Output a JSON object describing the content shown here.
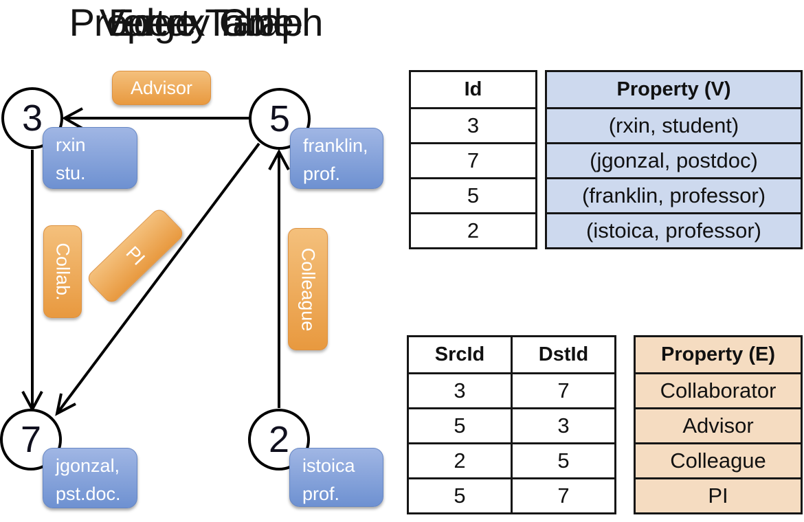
{
  "figure": {
    "graph_title": "Property Graph",
    "vertex_table_title": "Vertex Table",
    "edge_table_title": "Edge Table"
  },
  "colors": {
    "edge_label_orange_top": "#f4c07c",
    "edge_label_orange_bottom": "#e8993f",
    "vertex_box_blue_top": "#a0b6e4",
    "vertex_box_blue_bottom": "#6e91d1",
    "vertex_table_fill": "#cdd9ee",
    "edge_table_fill": "#f5dcc1",
    "edge_line": "#000000"
  },
  "graph": {
    "nodes": [
      {
        "id": "3",
        "label_line1": "rxin",
        "label_line2": "stu."
      },
      {
        "id": "5",
        "label_line1": "franklin,",
        "label_line2": "prof."
      },
      {
        "id": "7",
        "label_line1": "jgonzal,",
        "label_line2": "pst.doc."
      },
      {
        "id": "2",
        "label_line1": "istoica",
        "label_line2": "prof."
      }
    ],
    "edge_labels": {
      "advisor": "Advisor",
      "collab": "Collab.",
      "pi": "PI",
      "colleague": "Colleague"
    }
  },
  "vertex_table": {
    "columns": {
      "id": "Id",
      "property": "Property (V)"
    },
    "rows": [
      {
        "id": "3",
        "property": "(rxin, student)"
      },
      {
        "id": "7",
        "property": "(jgonzal, postdoc)"
      },
      {
        "id": "5",
        "property": "(franklin, professor)"
      },
      {
        "id": "2",
        "property": "(istoica, professor)"
      }
    ]
  },
  "edge_table": {
    "columns": {
      "src": "SrcId",
      "dst": "DstId",
      "property": "Property (E)"
    },
    "rows": [
      {
        "src": "3",
        "dst": "7",
        "property": "Collaborator"
      },
      {
        "src": "5",
        "dst": "3",
        "property": "Advisor"
      },
      {
        "src": "2",
        "dst": "5",
        "property": "Colleague"
      },
      {
        "src": "5",
        "dst": "7",
        "property": "PI"
      }
    ]
  }
}
